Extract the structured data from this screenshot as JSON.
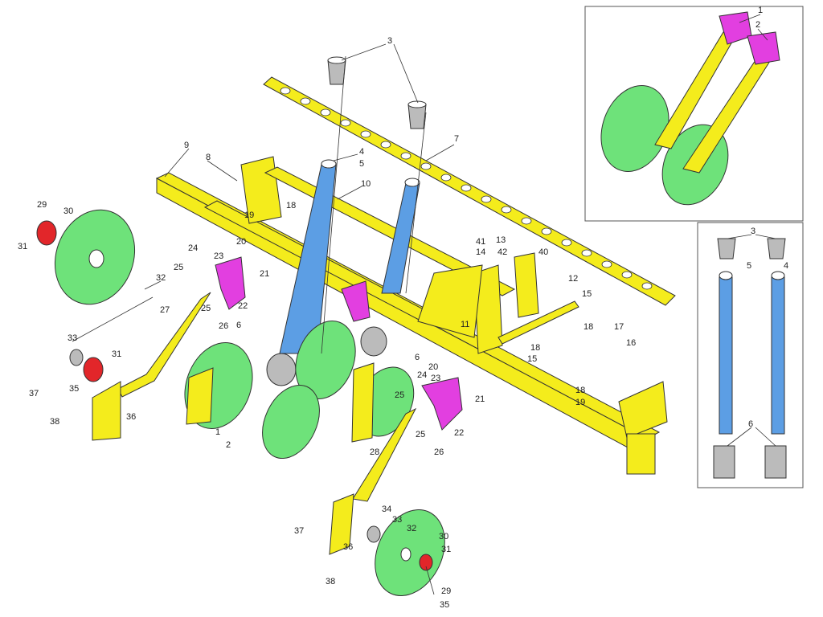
{
  "colors": {
    "frame": "#f4ec1c",
    "disc": "#6ee27a",
    "cylinder": "#5c9ee4",
    "bracket": "#e23fe0",
    "hub": "#e2262a"
  },
  "callouts": {
    "main": [
      "3",
      "7",
      "4",
      "5",
      "9",
      "8",
      "10",
      "29",
      "30",
      "31",
      "19",
      "18",
      "20",
      "24",
      "23",
      "21",
      "25",
      "32",
      "22",
      "25",
      "27",
      "26",
      "6",
      "33",
      "31",
      "35",
      "37",
      "38",
      "36",
      "1",
      "2",
      "41",
      "13",
      "14",
      "42",
      "40",
      "12",
      "15",
      "11",
      "18",
      "17",
      "18",
      "15",
      "16",
      "20",
      "6",
      "24",
      "23",
      "25",
      "21",
      "22",
      "18",
      "19",
      "25",
      "26",
      "28",
      "34",
      "33",
      "32",
      "30",
      "37",
      "36",
      "31",
      "38",
      "29",
      "35"
    ],
    "inset_top": [
      "1",
      "2"
    ],
    "inset_right": [
      "3",
      "4",
      "5",
      "6"
    ]
  }
}
